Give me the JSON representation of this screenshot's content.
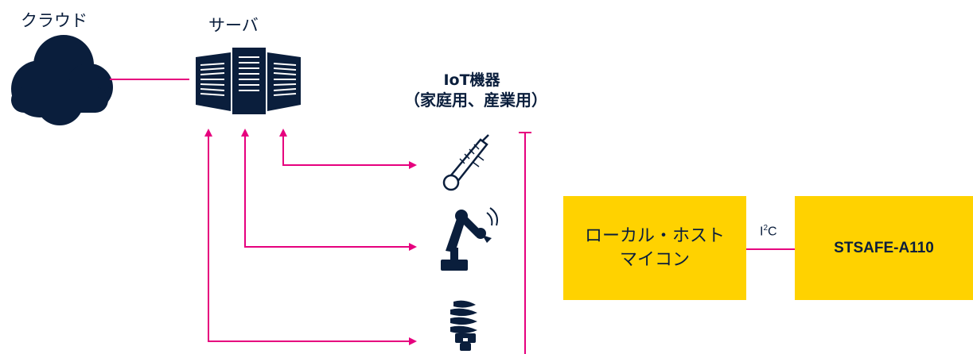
{
  "labels": {
    "cloud": "クラウド",
    "server": "サーバ",
    "iot_title": "IoT機器",
    "iot_subtitle": "（家庭用、産業用）",
    "i2c_i": "I",
    "i2c_sup": "2",
    "i2c_c": "C"
  },
  "boxes": {
    "host_line1": "ローカル・ホスト",
    "host_line2": "マイコン",
    "secure_element": "STSAFE-A110"
  },
  "icons": [
    "cloud-icon",
    "server-icon",
    "thermometer-icon",
    "robot-arm-icon",
    "light-bulb-icon"
  ],
  "colors": {
    "navy": "#0a1e3c",
    "magenta": "#e6007e",
    "yellow": "#ffd200"
  }
}
